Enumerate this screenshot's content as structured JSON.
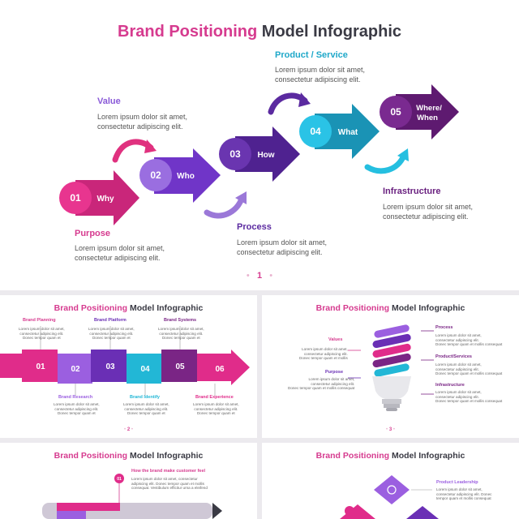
{
  "main": {
    "title_accent": "Brand Positioning",
    "title_rest": "Model Infographic",
    "steps": [
      {
        "num": "01",
        "label": "Why",
        "color": "#d0277a"
      },
      {
        "num": "02",
        "label": "Who",
        "color": "#7a3fd0"
      },
      {
        "num": "03",
        "label": "How",
        "color": "#5b2aa0"
      },
      {
        "num": "04",
        "label": "What",
        "color": "#1fa8c9"
      },
      {
        "num": "05",
        "label": "Where/\nWhen",
        "color": "#6a2180"
      }
    ],
    "callouts": {
      "purpose": {
        "title": "Purpose",
        "line1": "Lorem ipsum dolor sit amet,",
        "line2": "consectetur adipiscing elit.",
        "color": "#d63b8f"
      },
      "value": {
        "title": "Value",
        "line1": "Lorem ipsum dolor sit amet,",
        "line2": "consectetur adipiscing elit.",
        "color": "#8a5ad8"
      },
      "process": {
        "title": "Process",
        "line1": "Lorem ipsum dolor sit amet,",
        "line2": "consectetur adipiscing elit.",
        "color": "#5b2aa0"
      },
      "product": {
        "title": "Product / Service",
        "line1": "Lorem ipsum dolor sit amet,",
        "line2": "consectetur adipiscing elit.",
        "color": "#1fa8c9"
      },
      "infra": {
        "title": "Infrastructure",
        "line1": "Lorem ipsum dolor sit amet,",
        "line2": "consectetur adipiscing elit.",
        "color": "#6a2180"
      }
    },
    "pager_current": "1"
  },
  "slide2": {
    "title_accent": "Brand Positioning",
    "title_rest": "Model Infographic",
    "nums": [
      "01",
      "02",
      "03",
      "04",
      "05",
      "06"
    ],
    "colors": [
      "#e02c8a",
      "#9b5fe0",
      "#6a2fb5",
      "#22b7d6",
      "#7a2585",
      "#e02c8a"
    ],
    "top_labels": [
      {
        "title": "Brand Planning",
        "l1": "Lorem ipsum dolor sit amet,",
        "l2": "consectetur adipiscing elit.",
        "l3": "Donec tempor quam et"
      },
      {
        "title": "Brand Platform",
        "l1": "Lorem ipsum dolor sit amet,",
        "l2": "consectetur adipiscing elit.",
        "l3": "Donec tempor quam et"
      },
      {
        "title": "Brand Systems",
        "l1": "Lorem ipsum dolor sit amet,",
        "l2": "consectetur adipiscing elit.",
        "l3": "Donec tempor quam et"
      }
    ],
    "bottom_labels": [
      {
        "title": "Brand Research",
        "l1": "Lorem ipsum dolor sit amet,",
        "l2": "consectetur adipiscing elit.",
        "l3": "Donec tempor quam et"
      },
      {
        "title": "Brand Identify",
        "l1": "Lorem ipsum dolor sit amet,",
        "l2": "consectetur adipiscing elit.",
        "l3": "Donec tempor quam et"
      },
      {
        "title": "Brand Experience",
        "l1": "Lorem ipsum dolor sit amet,",
        "l2": "consectetur adipiscing elit.",
        "l3": "Donec tempor quam et"
      }
    ],
    "pager": "2"
  },
  "slide3": {
    "title_accent": "Brand Positioning",
    "title_rest": "Model Infographic",
    "left": [
      {
        "title": "Values",
        "l1": "Lorem ipsum dolor sit amet,",
        "l2": "consectetur adipiscing elit.",
        "l3": "Donec tempor quam et mollis"
      },
      {
        "title": "Purpose",
        "l1": "Lorem ipsum dolor sit amet,",
        "l2": "consectetur adipiscing elit.",
        "l3": "Donec tempor quam et mollis consequat"
      }
    ],
    "right": [
      {
        "title": "Process",
        "l1": "Lorem ipsum dolor sit amet,",
        "l2": "consectetur adipiscing elit.",
        "l3": "Donec tempor quam et mollis consequat"
      },
      {
        "title": "Product/Services",
        "l1": "Lorem ipsum dolor sit amet,",
        "l2": "consectetur adipiscing elit.",
        "l3": "Donec tempor quam et mollis consequat"
      },
      {
        "title": "Infrastructure",
        "l1": "Lorem ipsum dolor sit amet,",
        "l2": "consectetur adipiscing elit.",
        "l3": "Donec tempor quam et mollis consequat"
      }
    ],
    "pager": "3"
  },
  "slide4": {
    "title_accent": "Brand Positioning",
    "title_rest": "Model Infographic",
    "num": "01",
    "item_title": "How the brand make customer feel",
    "l1": "Lorem ipsum dolor sit amet, consectetur",
    "l2": "adipiscing elit. Donec tempor quam et mollis",
    "l3": "consequat. Vestibulum efficitur urna a eleifend"
  },
  "slide5": {
    "title_accent": "Brand Positioning",
    "title_rest": "Model Infographic",
    "item_title": "Product Leadership",
    "l1": "Lorem ipsum dolor sit amet,",
    "l2": "consectetur adipiscing elit. Donec",
    "l3": "tempor quam et mollis consequat"
  }
}
